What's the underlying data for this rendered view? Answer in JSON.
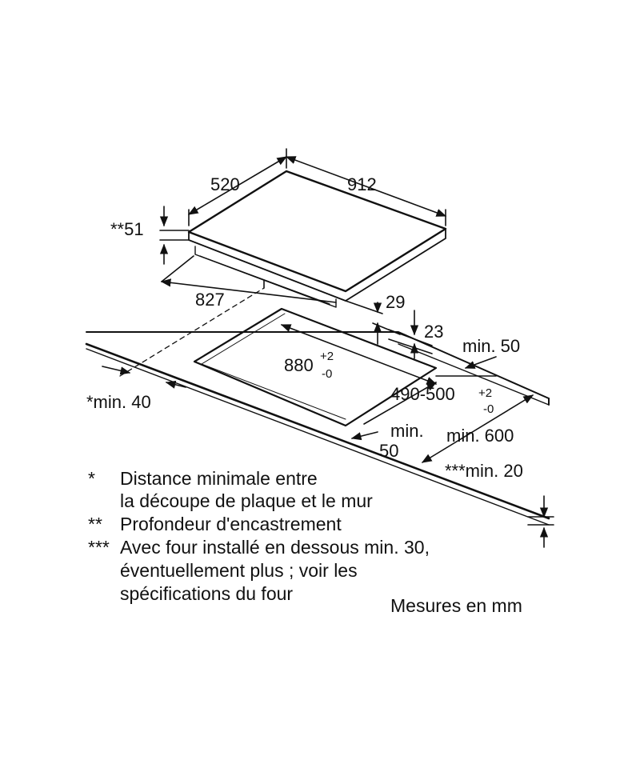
{
  "dimensions": {
    "depth": "520",
    "width": "912",
    "install_depth": "**51",
    "cutout_depth_ref": "827",
    "d29": "29",
    "d23": "23",
    "min50_right": "min. 50",
    "cutout_width": "880",
    "cutout_width_tol_plus": "+2",
    "cutout_width_tol_minus": "-0",
    "wall_min": "*min. 40",
    "cutout_depth": "490-500",
    "cutout_depth_tol_plus": "+2",
    "cutout_depth_tol_minus": "-0",
    "min50_front_1": "min.",
    "min50_front_2": "50",
    "worktop_min": "min. 600",
    "oven_min": "***min. 20"
  },
  "notes": [
    {
      "marker": "*",
      "lines": [
        "Distance minimale entre",
        "la découpe de plaque et le mur"
      ]
    },
    {
      "marker": "**",
      "lines": [
        "Profondeur d'encastrement"
      ]
    },
    {
      "marker": "***",
      "lines": [
        "Avec four installé en dessous min. 30,",
        "éventuellement plus ; voir les",
        "spécifications du four"
      ]
    }
  ],
  "units": "Mesures en mm"
}
